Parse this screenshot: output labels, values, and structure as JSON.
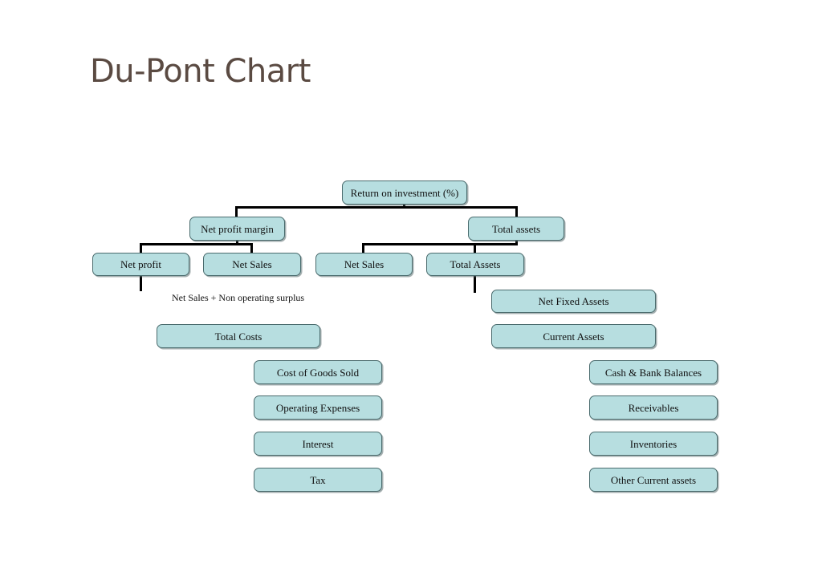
{
  "page": {
    "title": "Du-Pont Chart",
    "background_color": "#ffffff",
    "title_color": "#5a4a42",
    "node_fill_color": "#b7dee0",
    "node_border_color": "#4a6b6d",
    "connector_color": "#000000"
  },
  "chart_data": {
    "type": "diagram",
    "title": "Du-Pont Chart",
    "diagram_kind": "tree",
    "root": "Return on investment (%)",
    "nodes": [
      {
        "id": "roi",
        "label": "Return on investment (%)",
        "level": 0
      },
      {
        "id": "npm",
        "label": "Net profit margin",
        "level": 1
      },
      {
        "id": "ta",
        "label": "Total assets",
        "level": 1
      },
      {
        "id": "np",
        "label": "Net profit",
        "level": 2
      },
      {
        "id": "ns1",
        "label": "Net Sales",
        "level": 2
      },
      {
        "id": "ns2",
        "label": "Net Sales",
        "level": 2
      },
      {
        "id": "taa",
        "label": "Total Assets",
        "level": 2
      },
      {
        "id": "nfa",
        "label": "Net Fixed Assets",
        "level": 3
      },
      {
        "id": "ca",
        "label": "Current Assets",
        "level": 3
      },
      {
        "id": "tc",
        "label": "Total Costs",
        "level": 3
      },
      {
        "id": "cogs",
        "label": "Cost of Goods Sold",
        "level": 4
      },
      {
        "id": "opex",
        "label": "Operating Expenses",
        "level": 4
      },
      {
        "id": "int",
        "label": "Interest",
        "level": 4
      },
      {
        "id": "tax",
        "label": "Tax",
        "level": 4
      },
      {
        "id": "cash",
        "label": "Cash & Bank Balances",
        "level": 4
      },
      {
        "id": "recv",
        "label": "Receivables",
        "level": 4
      },
      {
        "id": "inv",
        "label": "Inventories",
        "level": 4
      },
      {
        "id": "oca",
        "label": "Other Current assets",
        "level": 4
      }
    ],
    "edges": [
      {
        "from": "roi",
        "to": "npm"
      },
      {
        "from": "roi",
        "to": "ta"
      },
      {
        "from": "npm",
        "to": "np"
      },
      {
        "from": "npm",
        "to": "ns1"
      },
      {
        "from": "ta",
        "to": "ns2"
      },
      {
        "from": "ta",
        "to": "taa"
      },
      {
        "from": "np",
        "to": "tc"
      },
      {
        "from": "taa",
        "to": "nfa"
      }
    ],
    "annotations": [
      {
        "id": "ns-note",
        "text": "Net Sales + Non operating surplus"
      }
    ]
  },
  "nodes": {
    "roi": "Return on investment (%)",
    "npm": "Net profit margin",
    "ta": "Total assets",
    "np": "Net profit",
    "ns1": "Net Sales",
    "ns2": "Net Sales",
    "taa": "Total Assets",
    "nfa": "Net Fixed Assets",
    "ca": "Current Assets",
    "tc": "Total Costs",
    "cogs": "Cost of Goods Sold",
    "opex": "Operating Expenses",
    "int": "Interest",
    "tax": "Tax",
    "cash": "Cash & Bank Balances",
    "recv": "Receivables",
    "inv": "Inventories",
    "oca": "Other Current assets"
  },
  "annotations": {
    "ns_note": "Net Sales + Non operating surplus"
  }
}
